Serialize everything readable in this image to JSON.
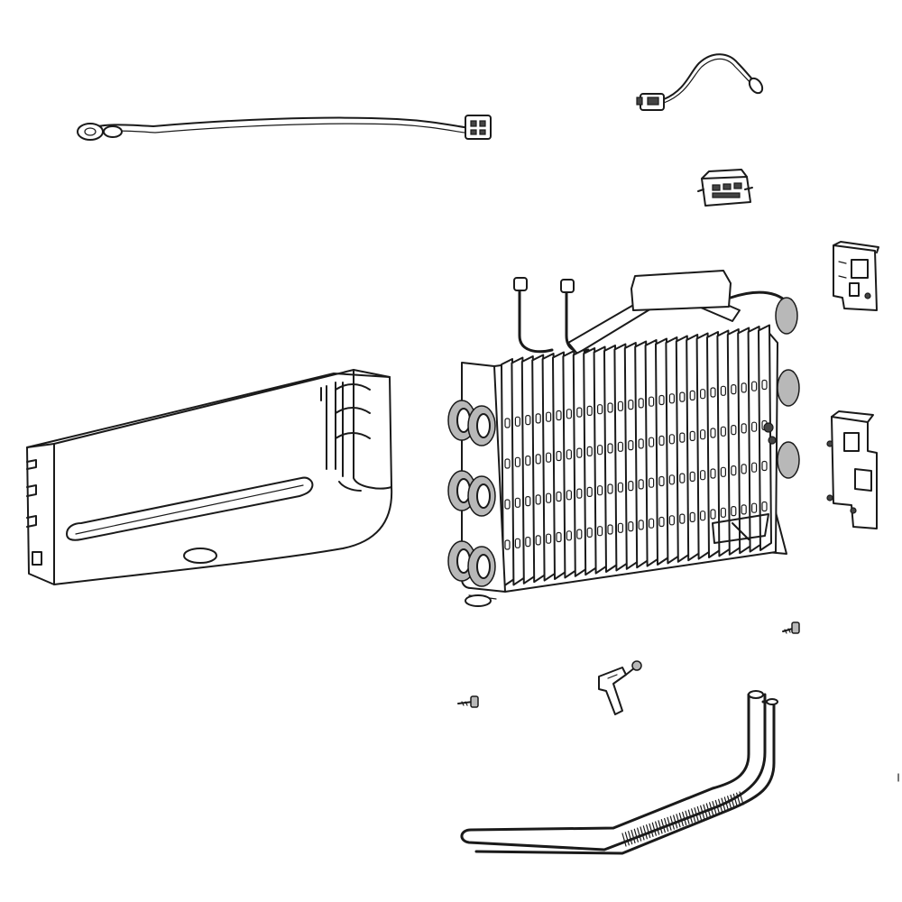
{
  "diagram": {
    "parts": [
      {
        "name": "defrost-sensor-wire",
        "interactable": false
      },
      {
        "name": "thermistor-harness",
        "interactable": false
      },
      {
        "name": "connector-clip",
        "interactable": false
      },
      {
        "name": "mounting-bracket-upper",
        "interactable": false
      },
      {
        "name": "evaporator-coil",
        "interactable": false
      },
      {
        "name": "drain-tray-cover",
        "interactable": false
      },
      {
        "name": "mounting-bracket-lower",
        "interactable": false
      },
      {
        "name": "screw",
        "interactable": false
      },
      {
        "name": "retaining-clip",
        "interactable": false
      },
      {
        "name": "defrost-heater-tube",
        "interactable": false
      }
    ],
    "colors": {
      "line": "#1a1a1a",
      "shade": "#b8b8b8",
      "dark": "#444444",
      "background": "#ffffff"
    }
  }
}
